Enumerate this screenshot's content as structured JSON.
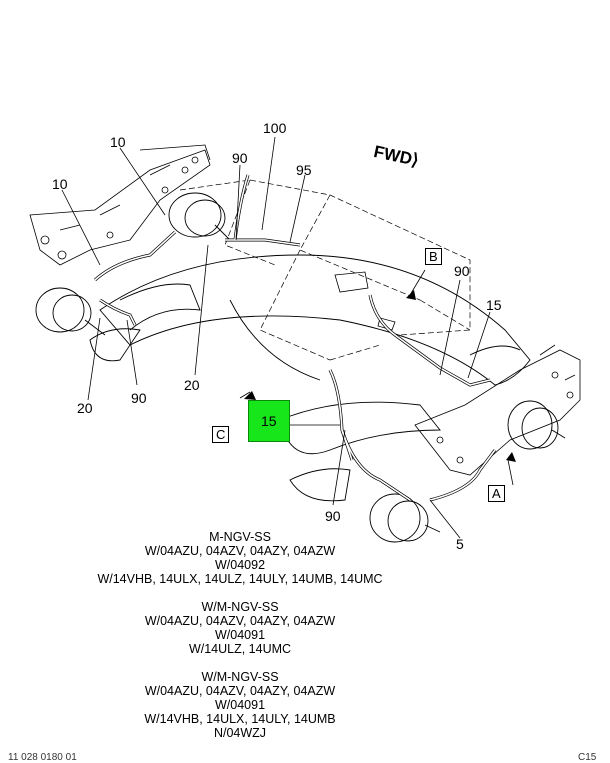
{
  "diagram": {
    "callouts": {
      "c10a": "10",
      "c10b": "10",
      "c90a": "90",
      "c100": "100",
      "c95": "95",
      "c90b": "90",
      "c15a": "15",
      "c20a": "20",
      "c90c": "90",
      "c20b": "20",
      "c90d": "90",
      "c5": "5"
    },
    "boxes": {
      "b": "B",
      "c": "C",
      "a": "A"
    },
    "highlight": {
      "label": "15",
      "color": "#17e61a"
    },
    "fwd_label": "FWD"
  },
  "notes": {
    "block1": [
      "M-NGV-SS",
      "W/04AZU, 04AZV, 04AZY, 04AZW",
      "W/04092",
      "W/14VHB, 14ULX, 14ULZ, 14ULY, 14UMB, 14UMC"
    ],
    "block2": [
      "W/M-NGV-SS",
      "W/04AZU, 04AZV, 04AZY, 04AZW",
      "W/04091",
      "W/14ULZ, 14UMC"
    ],
    "block3": [
      "W/M-NGV-SS",
      "W/04AZU, 04AZV, 04AZY, 04AZW",
      "W/04091",
      "W/14VHB, 14ULX, 14ULY, 14UMB",
      "N/04WZJ"
    ]
  },
  "footer": {
    "left": "11 028 0180 01",
    "right": "C15"
  }
}
